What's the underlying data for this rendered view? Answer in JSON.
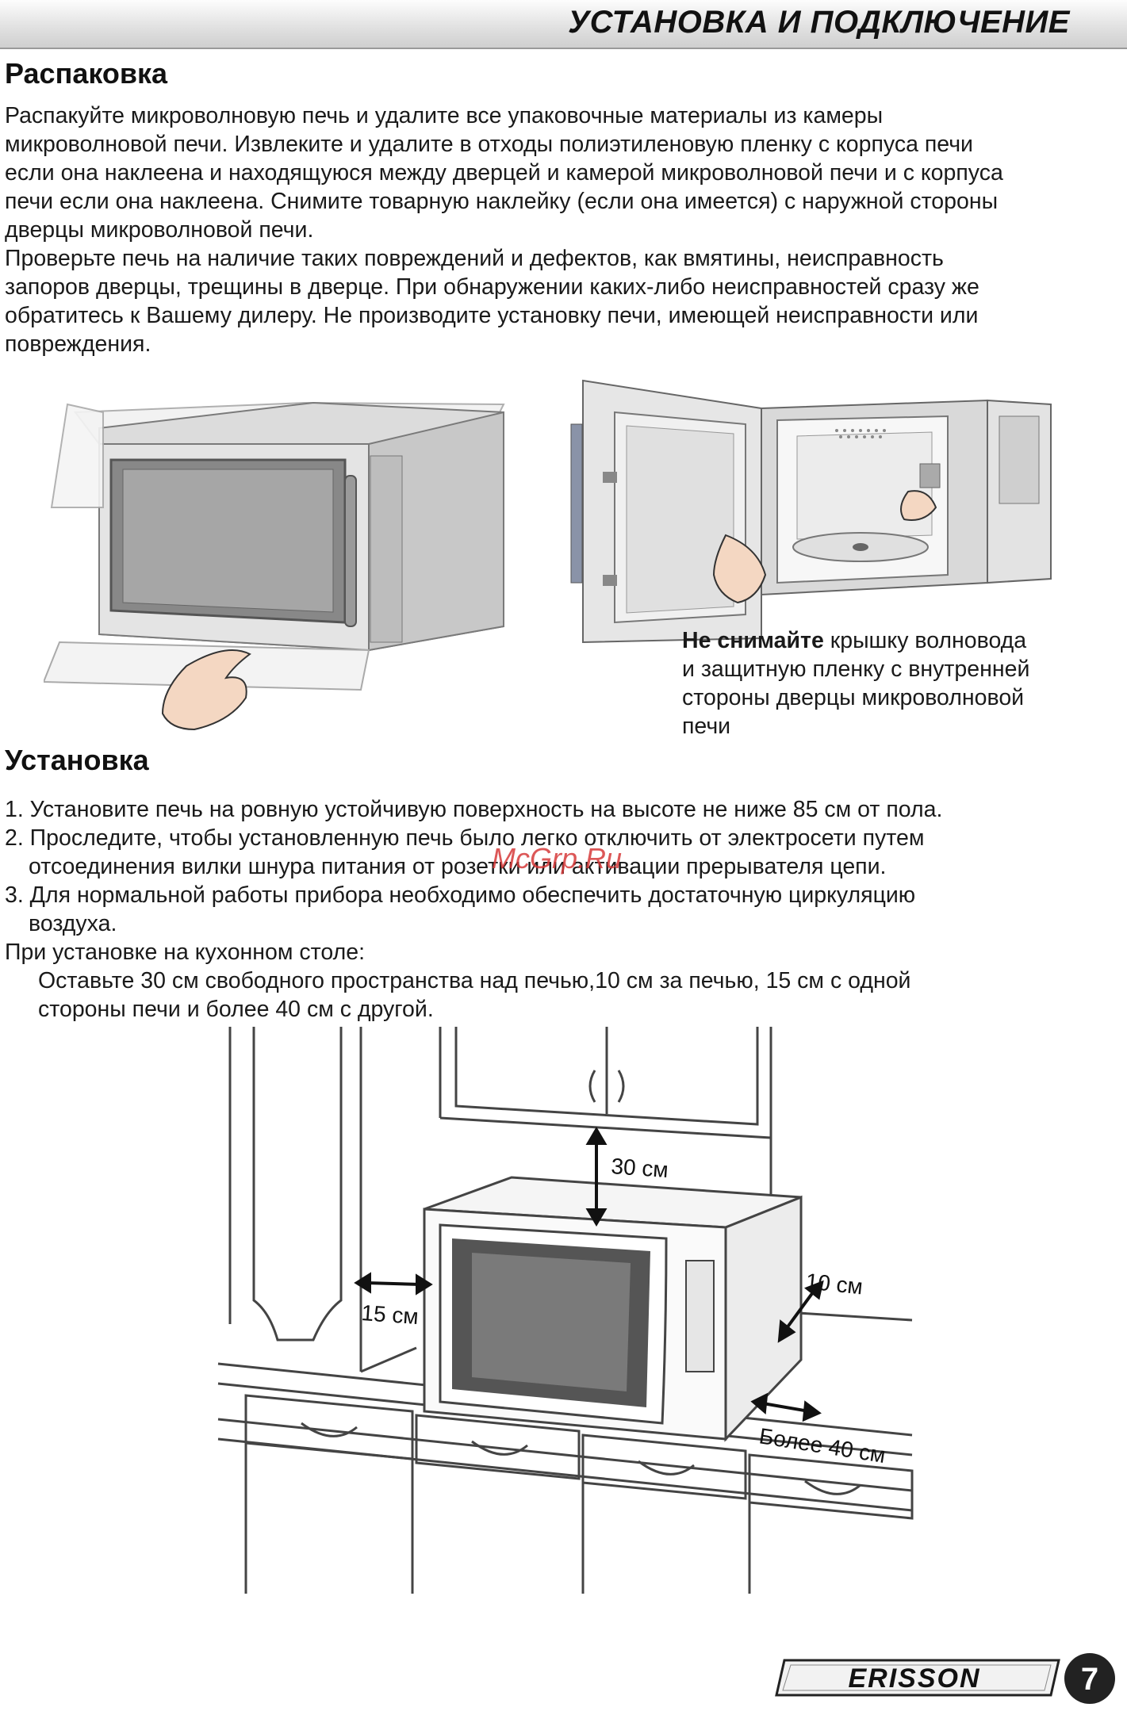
{
  "header": {
    "title": "УСТАНОВКА И ПОДКЛЮЧЕНИЕ"
  },
  "unpacking": {
    "heading": "Распаковка",
    "paragraph1_lines": [
      "Распакуйте микроволновую печь и удалите все упаковочные материалы из камеры",
      "микроволновой печи. Извлеките и удалите в отходы полиэтиленовую пленку с корпуса печи",
      "если она наклеена и находящуюся между дверцей и камерой микроволновой печи и с корпуса",
      "печи если она наклеена. Снимите товарную наклейку (если она имеется) с наружной стороны",
      "дверцы микроволновой печи."
    ],
    "paragraph2_lines": [
      "Проверьте печь на наличие таких повреждений и дефектов, как вмятины, неисправность",
      "запоров дверцы, трещины в дверце. При обнаружении каких-либо неисправностей сразу же",
      "обратитесь к Вашему дилеру. Не производите установку печи, имеющей неисправности или",
      "повреждения."
    ],
    "caption_bold": "Не снимайте",
    "caption_rest_lines": [
      " крышку волновода",
      "и защитную пленку с внутренней",
      "стороны дверцы микроволновой",
      "печи"
    ]
  },
  "installation": {
    "heading": "Установка",
    "item1": "1. Установите печь на ровную устойчивую поверхность на высоте не ниже 85 см от пола.",
    "item2_line1": "2. Проследите, чтобы установленную печь было легко отключить от электросети путем",
    "item2_line2": "отсоединения вилки шнура питания от розетки или активации прерывателя цепи.",
    "item3_line1": "3. Для нормальной работы прибора необходимо обеспечить достаточную циркуляцию",
    "item3_line2": "воздуха.",
    "table_intro": "При установке на кухонном столе:",
    "clearance_line1": "Оставьте 30 см свободного пространства над печью,10 см за печью, 15 см с одной",
    "clearance_line2": "стороны печи и более 40 см с другой."
  },
  "diagram_labels": {
    "top": "30 см",
    "left": "15 см",
    "back": "10 см",
    "side": "Более 40 см"
  },
  "watermark": "McGrp.Ru",
  "footer": {
    "brand": "ERISSON",
    "page_number": "7"
  }
}
